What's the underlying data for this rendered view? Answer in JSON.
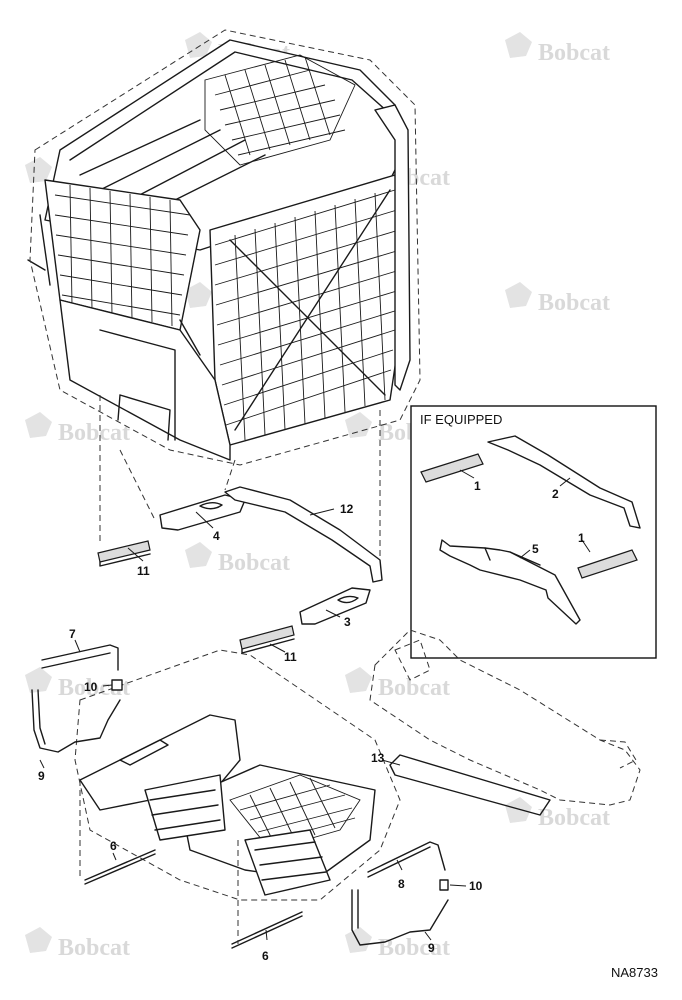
{
  "box": {
    "title": "IF EQUIPPED"
  },
  "figure_id": "NA8733",
  "watermark_brand": "Bobcat",
  "callouts": [
    "11",
    "4",
    "12",
    "3",
    "11",
    "7",
    "10",
    "9",
    "6",
    "6",
    "13",
    "8",
    "10",
    "9",
    "1",
    "2",
    "5",
    "1"
  ],
  "colors": {
    "line": "#1a1a1a",
    "watermark": "#d9d9d9",
    "bar_fill": "#dcdcdc"
  }
}
